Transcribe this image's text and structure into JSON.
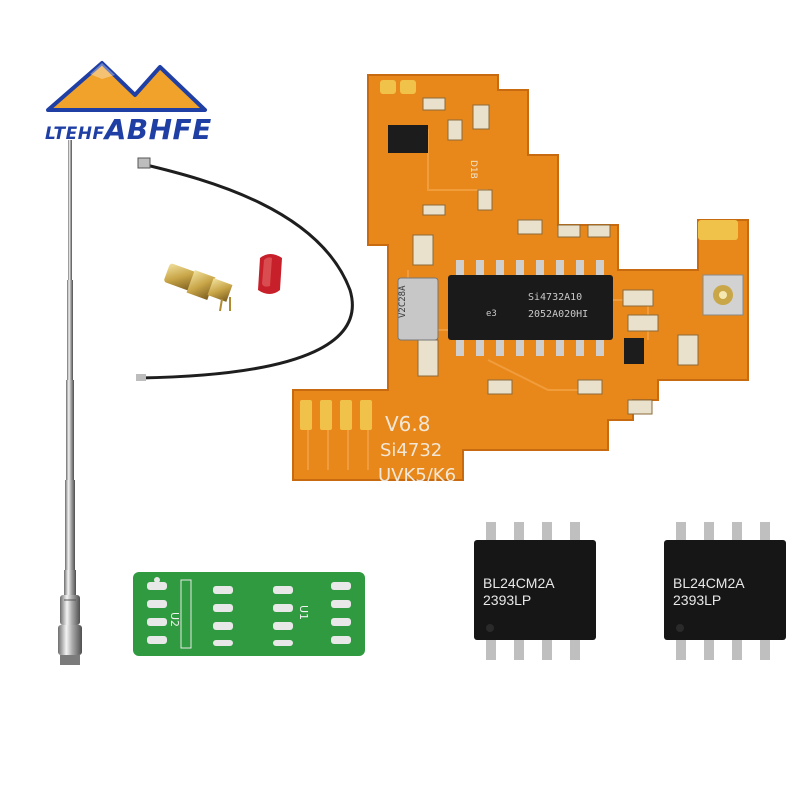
{
  "brand": {
    "logo_text_prefix": "LTEHF",
    "logo_text_suffix": "ABHFE",
    "colors": {
      "mountain": "#f0a22a",
      "outline": "#1f3fa5"
    }
  },
  "pcb": {
    "color": "#e8871a",
    "silkscreen": {
      "version": "V6.8",
      "chip_name": "Si4732",
      "model": "UVK5/K6"
    },
    "main_chip": {
      "line1": "Si4732A10",
      "line2": "2052A020HI",
      "logo": "e3"
    },
    "crystal_label": "V2C28A",
    "diode_label": "D1B"
  },
  "adapter_board": {
    "label_u2": "U2",
    "label_u1": "U1",
    "color": "#2f9a3f"
  },
  "eeprom_chips": [
    {
      "line1": "BL24CM2A",
      "line2": "2393LP"
    },
    {
      "line1": "BL24CM2A",
      "line2": "2393LP"
    }
  ],
  "items": [
    "telescopic-antenna",
    "coax-pigtail-cable",
    "sma-connector",
    "red-dust-cap"
  ]
}
